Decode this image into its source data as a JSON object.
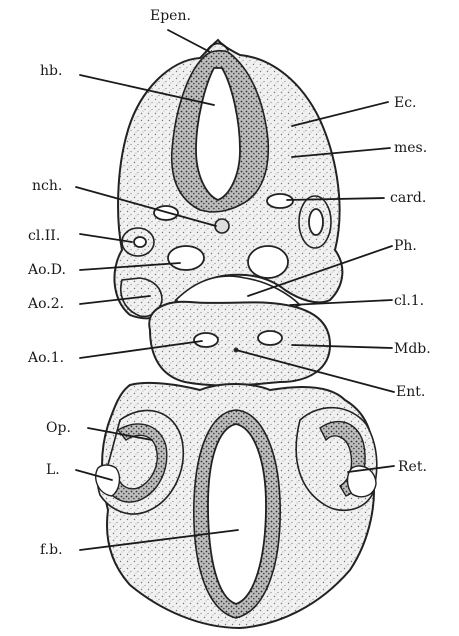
{
  "labels": {
    "epen": "Epen.",
    "hb": "hb.",
    "ec": "Ec.",
    "mes": "mes.",
    "nch": "nch.",
    "card": "card.",
    "cl2": "cl.II.",
    "aod": "Ao.D.",
    "ph": "Ph.",
    "ao2": "Ao.2.",
    "cl1": "cl.1.",
    "ao1": "Ao.1.",
    "mdb": "Mdb.",
    "ent": "Ent.",
    "op": "Op.",
    "ret": "Ret.",
    "l": "L.",
    "fb": "f.b."
  }
}
